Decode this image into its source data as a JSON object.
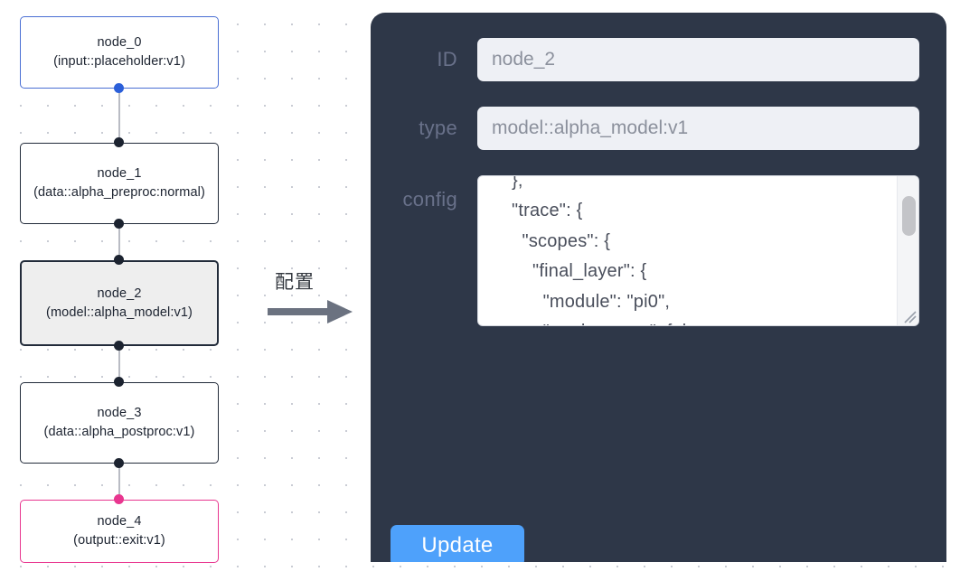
{
  "graph": {
    "nodes": [
      {
        "id": "node_0",
        "subtitle": "(input::placeholder:v1)",
        "state": "input"
      },
      {
        "id": "node_1",
        "subtitle": "(data::alpha_preproc:normal)",
        "state": "default"
      },
      {
        "id": "node_2",
        "subtitle": "(model::alpha_model:v1)",
        "state": "selected"
      },
      {
        "id": "node_3",
        "subtitle": "(data::alpha_postproc:v1)",
        "state": "default"
      },
      {
        "id": "node_4",
        "subtitle": "(output::exit:v1)",
        "state": "output"
      }
    ],
    "colors": {
      "input_border": "#4a6fd4",
      "default_border": "#222b3a",
      "output_border": "#e8368f",
      "selected_fill": "#eeeeee",
      "edge": "#b9bcc4",
      "port": "#1c2330",
      "port_blue": "#2b5fd9",
      "port_pink": "#e8368f"
    }
  },
  "arrow": {
    "label": "配置",
    "color": "#6b7280"
  },
  "panel": {
    "background": "#2e3748",
    "fields": {
      "id": {
        "label": "ID",
        "value": "node_2",
        "placeholder": "node_2"
      },
      "type": {
        "label": "type",
        "value": "model::alpha_model:v1",
        "placeholder": "model::alpha_model:v1"
      },
      "config": {
        "label": "config",
        "value": "        \"raw_action\",\n        \"pred\"\n      ]\n    },\n    \"trace\": {\n      \"scopes\": {\n        \"final_layer\": {\n          \"module\": \"pi0\",\n          \"mark_scope\": false\n        },\n        \"action_model\": {",
        "scroll_position": "mid"
      }
    },
    "update_button": {
      "label": "Update",
      "color": "#4ea1fb"
    }
  }
}
